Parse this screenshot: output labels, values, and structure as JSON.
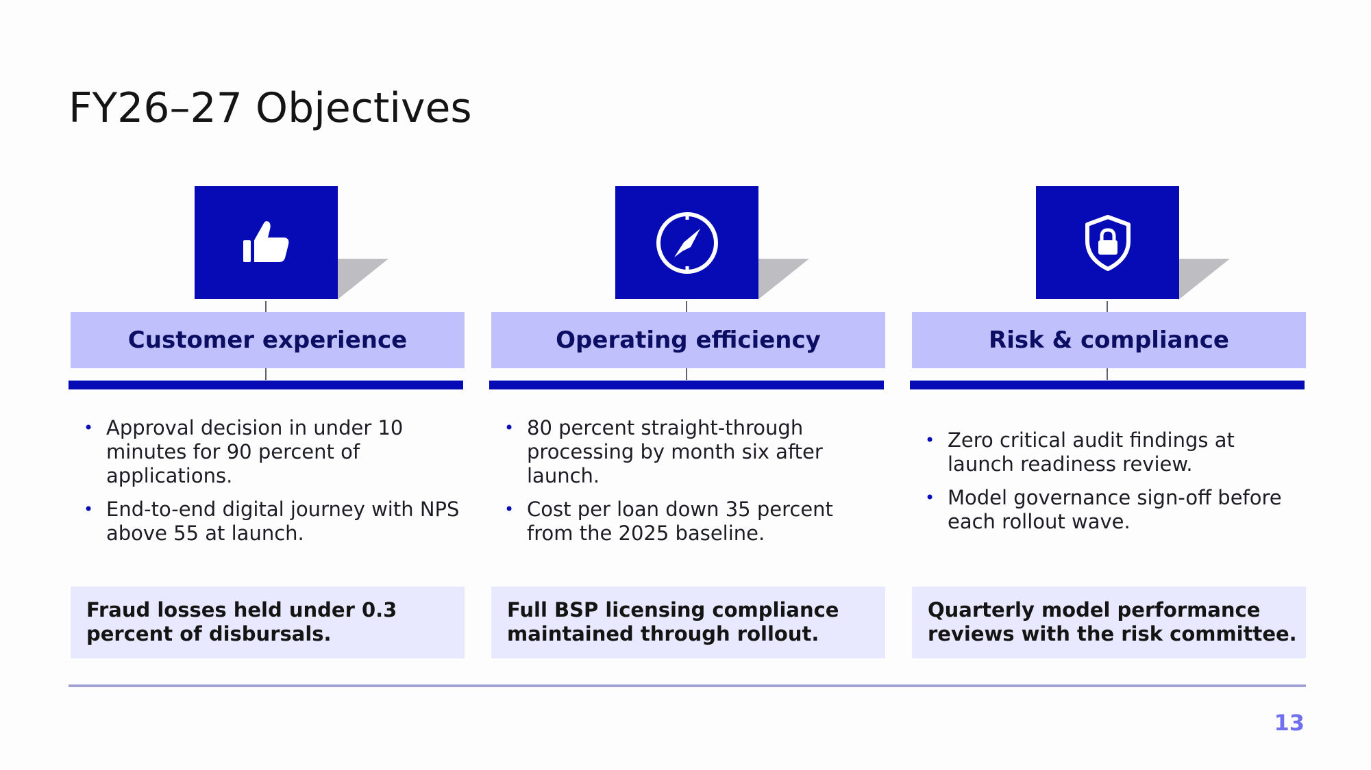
{
  "slide": {
    "title": "FY26–27 Objectives",
    "page_number": "13"
  },
  "colors": {
    "accent": "#060bb5",
    "heading_fill": "#c0c1fc",
    "heading_text": "#0b0e63",
    "note_fill": "#e8e8fe",
    "page_number": "#6f6ff0",
    "shadow": "#bdbdc2"
  },
  "objectives": [
    {
      "icon": "thumbs-up-icon",
      "heading": "Customer experience",
      "bullets": [
        "Approval decision in under 10 minutes for 90 percent of applications.",
        "End-to-end digital journey with NPS above 55 at launch."
      ],
      "note": "Fraud losses held under 0.3 percent of disbursals."
    },
    {
      "icon": "compass-icon",
      "heading": "Operating efficiency",
      "bullets": [
        "80 percent straight-through processing by month six after launch.",
        "Cost per loan down 35 percent from the 2025 baseline."
      ],
      "note": "Full BSP licensing compliance maintained through rollout."
    },
    {
      "icon": "shield-lock-icon",
      "heading": "Risk & compliance",
      "bullets": [
        "Zero critical audit findings at launch readiness review.",
        "Model governance sign-off before each rollout wave."
      ],
      "note": "Quarterly model performance reviews with the risk committee."
    }
  ]
}
